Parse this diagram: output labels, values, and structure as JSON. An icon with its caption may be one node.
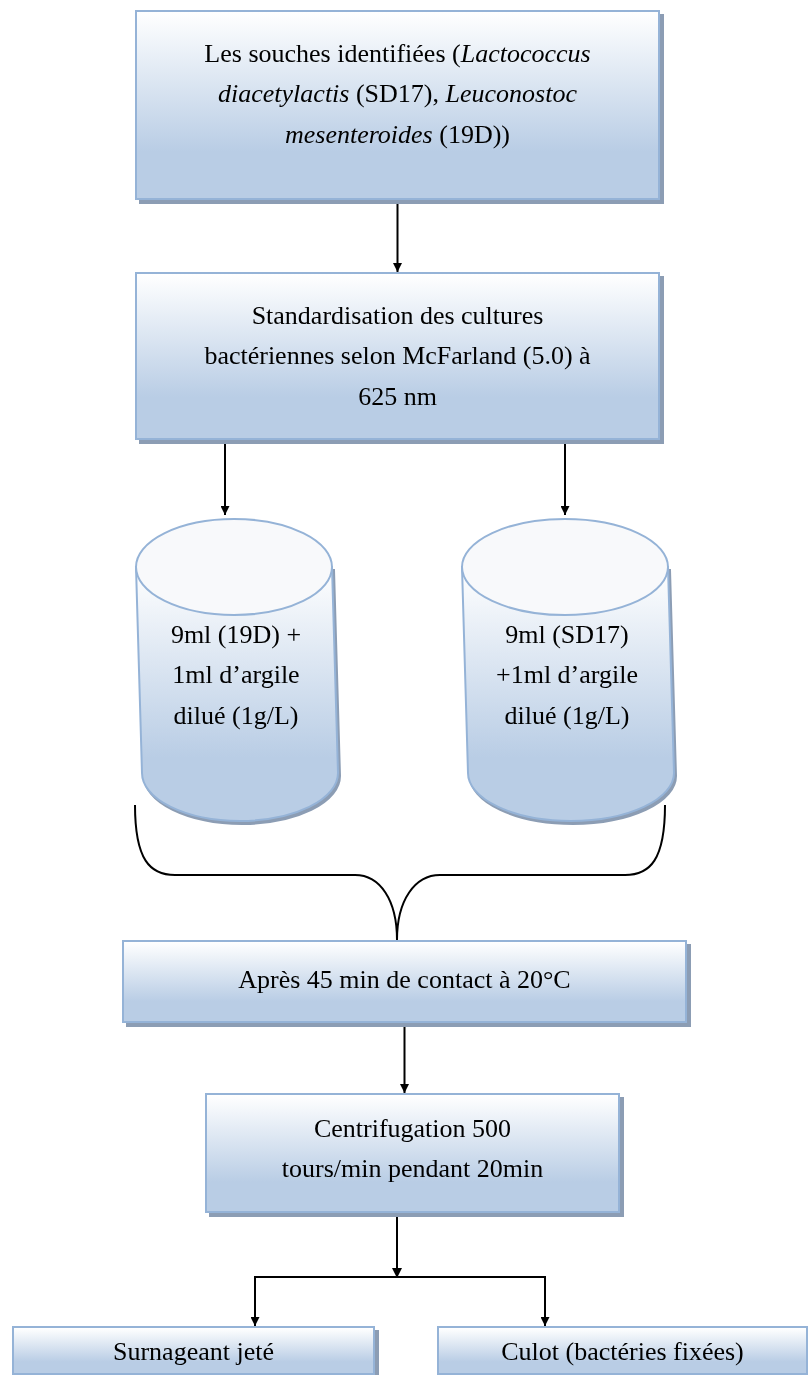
{
  "diagram": {
    "nodes": [
      {
        "text": [
          "Les souches  identifiées (*Lactococcus diacetylactis* (SD17), *Leuconostoc mesenteroides* (19D))"
        ]
      },
      {
        "text": [
          "Standardisation des cultures bactériennes selon McFarland (5.0) à 625 nm"
        ]
      },
      {
        "text": [
          "9ml (19D) + 1ml d’argile dilué (1g/L)"
        ]
      },
      {
        "text": [
          "9ml (SD17) +1ml d’argile dilué (1g/L)"
        ]
      },
      {
        "text": [
          "Après 45 min de  contact à 20°C"
        ]
      },
      {
        "text": [
          "Centrifugation 500 tours/min pendant 20min"
        ]
      },
      {
        "text": [
          "Surnageant jeté"
        ]
      },
      {
        "text": [
          "Culot (bactéries fixées)"
        ]
      }
    ],
    "edges": [
      {
        "from": 0,
        "to": 1,
        "arrow": "to"
      },
      {
        "from": 1,
        "to": 2,
        "arrow": "to"
      },
      {
        "from": 1,
        "to": 3,
        "arrow": "to"
      },
      {
        "from": 2,
        "to": 4,
        "arrow": "none"
      },
      {
        "from": 3,
        "to": 4,
        "arrow": "none"
      },
      {
        "from": 4,
        "to": 5,
        "arrow": "to"
      },
      {
        "from": 5,
        "to": 6,
        "arrow": "to"
      },
      {
        "from": 5,
        "to": 7,
        "arrow": "to"
      }
    ]
  }
}
